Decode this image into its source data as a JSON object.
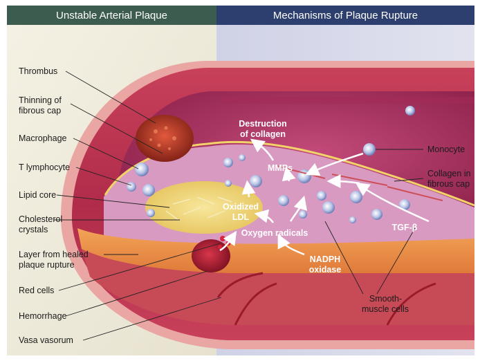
{
  "headers": {
    "left": "Unstable Arterial Plaque",
    "right": "Mechanisms of Plaque Rupture"
  },
  "left_labels": {
    "thrombus": "Thrombus",
    "thinning_1": "Thinning of",
    "thinning_2": "fibrous cap",
    "macrophage": "Macrophage",
    "t_lymphocyte": "T lymphocyte",
    "lipid_core": "Lipid core",
    "cholesterol_1": "Cholesterol",
    "cholesterol_2": "crystals",
    "healed_1": "Layer from healed",
    "healed_2": "plaque rupture",
    "red_cells": "Red cells",
    "hemorrhage": "Hemorrhage",
    "vasa_vasorum": "Vasa vasorum"
  },
  "right_labels": {
    "monocyte": "Monocyte",
    "collagen_1": "Collagen in",
    "collagen_2": "fibrous cap",
    "smooth_1": "Smooth-",
    "smooth_2": "muscle cells"
  },
  "mechanism_labels": {
    "destruction_1": "Destruction",
    "destruction_2": "of collagen",
    "mmps": "MMPs",
    "oxidized_1": "Oxidized",
    "oxidized_2": "LDL",
    "oxygen_radicals": "Oxygen radicals",
    "tgf": "TGF-β",
    "nadph_1": "NADPH",
    "nadph_2": "oxidase"
  }
}
